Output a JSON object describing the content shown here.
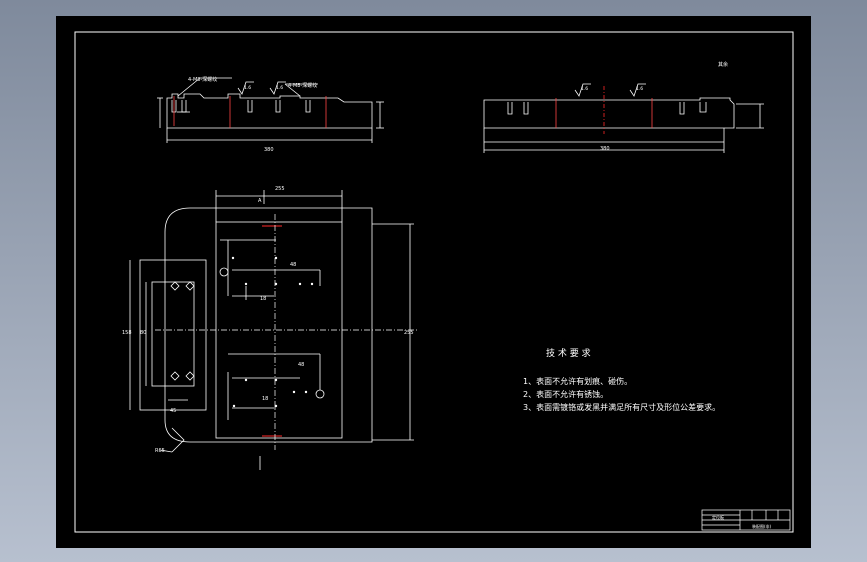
{
  "colors": {
    "sheet": "#000000",
    "line": "#ffffff",
    "hidden": "#ff4444",
    "center": "#ff2a2a",
    "outer_bg": "#9ea8b9"
  },
  "top_left_view": {
    "label_a": "4-M8-深螺纹",
    "label_b": "4-M8-深螺纹",
    "roughness_a": "1.6",
    "roughness_b": "1.6",
    "dim_total": "380"
  },
  "top_right_view": {
    "roughness_a": "1.6",
    "roughness_b": "1.6",
    "dim_total": "380"
  },
  "corner_note": "其余",
  "plan_view": {
    "dim_top": "255",
    "dim_left_outer": "158",
    "dim_left_inner": "80",
    "dim_right": "255",
    "dim_mid": "48",
    "dim_mid2": "18",
    "dim_lower": "48",
    "dim_lower2": "18",
    "dim_bottom_left": "45",
    "chamfer": "R65",
    "section_a": "A"
  },
  "tech_requirements": {
    "title": "技 术 要 求",
    "items": [
      "1、表面不允许有划痕、碰伤。",
      "2、表面不允许有锈蚀。",
      "3、表面需镀铬或发黑并满足所有尺寸及形位公差要求。"
    ]
  },
  "title_block": {
    "name": "定位板",
    "drawing_no": "装配图(非)"
  }
}
